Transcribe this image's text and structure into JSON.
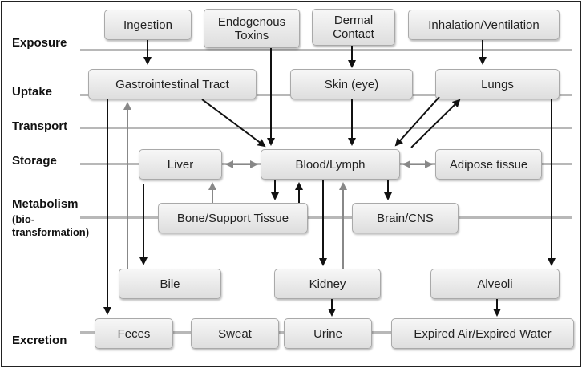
{
  "stages": {
    "exposure": "Exposure",
    "uptake": "Uptake",
    "transport": "Transport",
    "storage": "Storage",
    "metabolism": "Metabolism",
    "metabolism_sub": "(bio-\ntransformation)",
    "excretion": "Excretion"
  },
  "nodes": {
    "ingestion": "Ingestion",
    "endogenous_toxins": "Endogenous\nToxins",
    "dermal_contact": "Dermal\nContact",
    "inhalation": "Inhalation/Ventilation",
    "gi_tract": "Gastrointestinal Tract",
    "skin": "Skin (eye)",
    "lungs": "Lungs",
    "liver": "Liver",
    "blood_lymph": "Blood/Lymph",
    "adipose": "Adipose tissue",
    "bone": "Bone/Support Tissue",
    "brain": "Brain/CNS",
    "bile": "Bile",
    "kidney": "Kidney",
    "alveoli": "Alveoli",
    "feces": "Feces",
    "sweat": "Sweat",
    "urine": "Urine",
    "expired": "Expired Air/Expired Water"
  },
  "colors": {
    "arrow_dark": "#111111",
    "arrow_gray": "#888888",
    "stage_line": "#b8b8b8",
    "node_border": "#a9a9a9"
  }
}
